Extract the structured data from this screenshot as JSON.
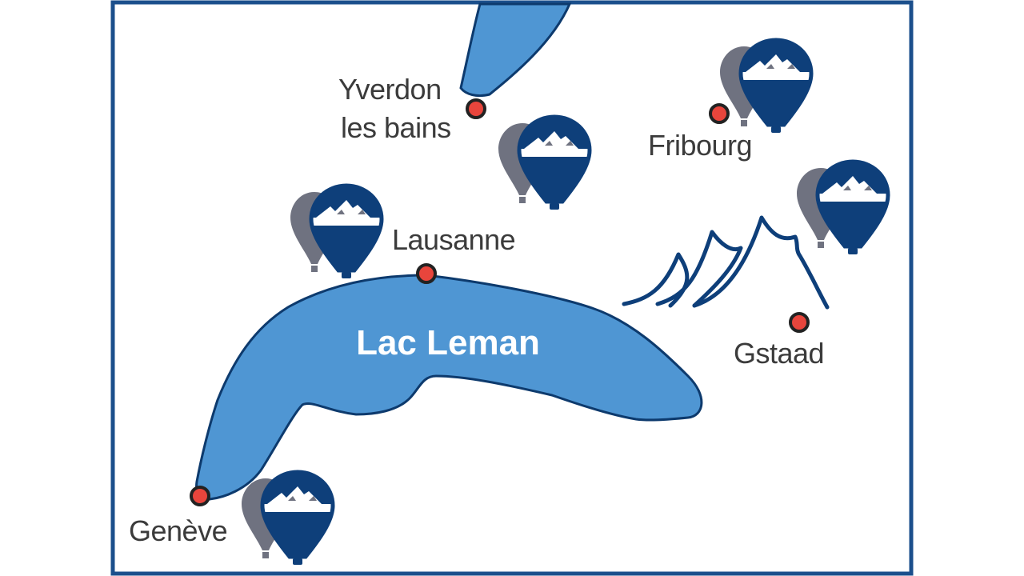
{
  "map": {
    "lake_label": "Lac Leman",
    "colors": {
      "frame": "#1b4f8c",
      "lake_fill": "#4f96d3",
      "lake_stroke": "#0d3a6d",
      "marker_fill": "#e8453c",
      "marker_stroke": "#222222",
      "mountain": "#0e3f7a",
      "balloon_gray": "#6f7280",
      "balloon_navy": "#0e3f7a"
    },
    "cities": [
      {
        "id": "yverdon",
        "line1": "Yverdon",
        "line2": "les bains"
      },
      {
        "id": "fribourg",
        "line1": "Fribourg",
        "line2": ""
      },
      {
        "id": "lausanne",
        "line1": "Lausanne",
        "line2": ""
      },
      {
        "id": "gstaad",
        "line1": "Gstaad",
        "line2": ""
      },
      {
        "id": "geneve",
        "line1": "Genève",
        "line2": ""
      }
    ],
    "icons": [
      "balloon-pair-icon",
      "mountain-range-icon",
      "location-marker-icon"
    ]
  }
}
